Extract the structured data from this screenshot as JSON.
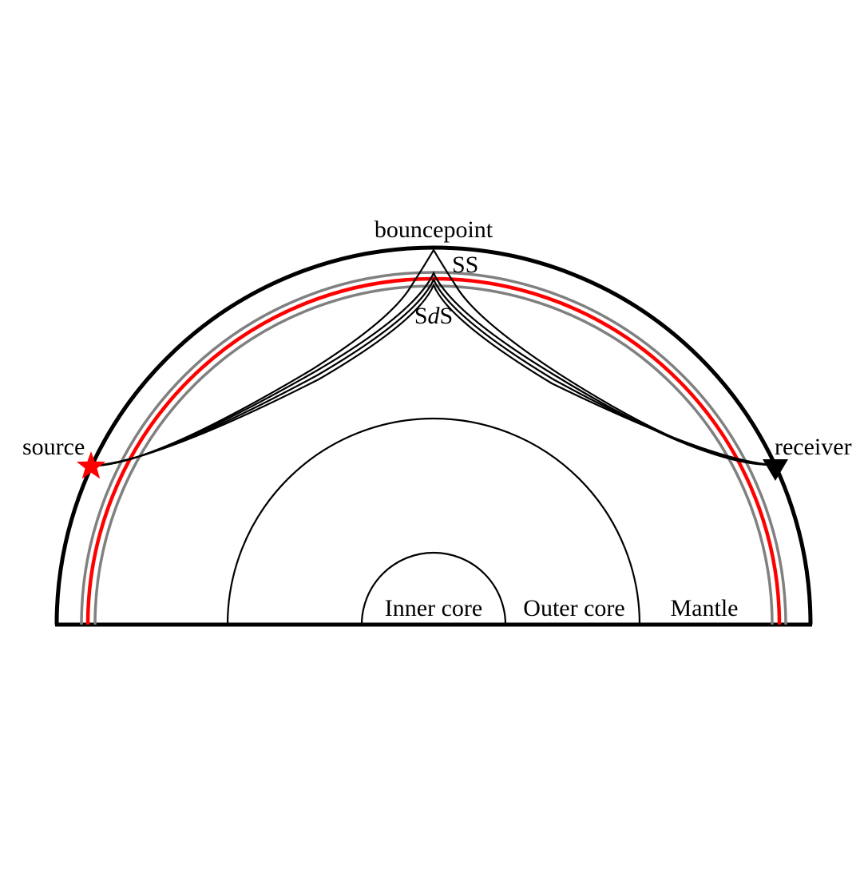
{
  "labels": {
    "bouncepoint": "bouncepoint",
    "ss": "SS",
    "sds_prefix": "S",
    "sds_middle": "d",
    "sds_suffix": "S",
    "source": "source",
    "receiver": "receiver",
    "inner_core": "Inner core",
    "outer_core": "Outer core",
    "mantle": "Mantle"
  },
  "colors": {
    "outline": "#000000",
    "discontinuity": "#ff0000",
    "discontinuity_bounds": "#808080",
    "source_marker": "#ff0000",
    "receiver_marker": "#000000"
  },
  "icons": {
    "source": "star-icon",
    "receiver": "inverted-triangle-icon"
  }
}
